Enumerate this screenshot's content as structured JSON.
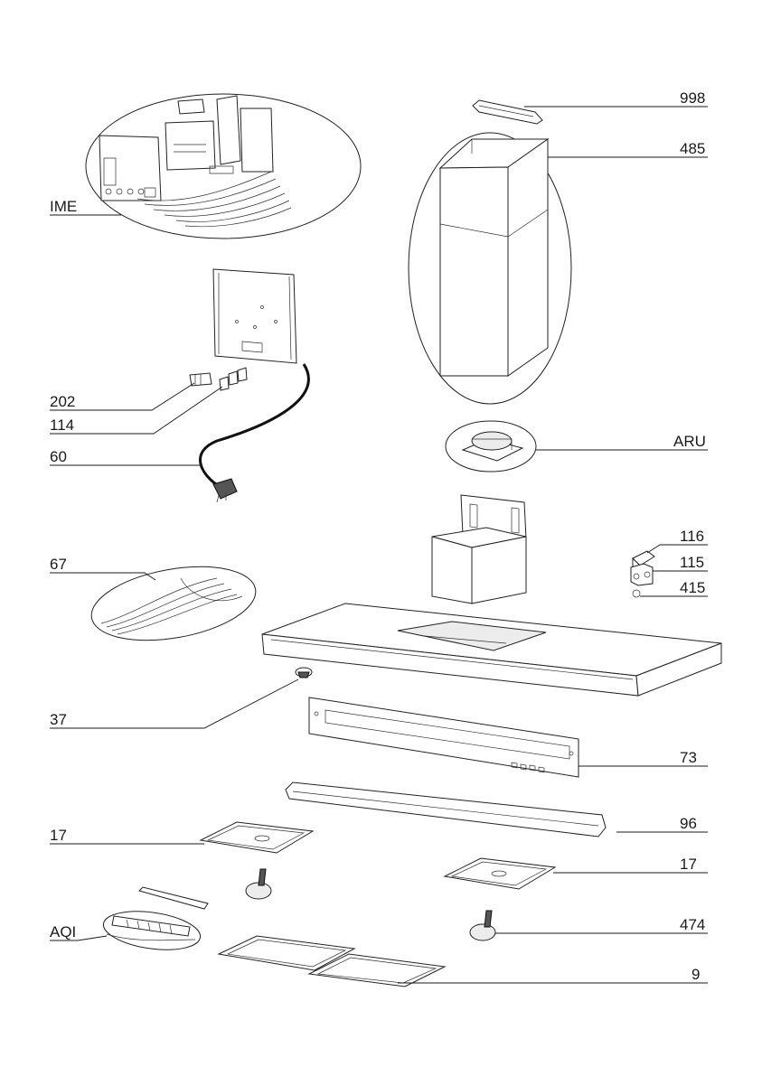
{
  "parts": [
    {
      "id": "ime",
      "label": "IME"
    },
    {
      "id": "998",
      "label": "998"
    },
    {
      "id": "485",
      "label": "485"
    },
    {
      "id": "202",
      "label": "202"
    },
    {
      "id": "114",
      "label": "114"
    },
    {
      "id": "60",
      "label": "60"
    },
    {
      "id": "aru",
      "label": "ARU"
    },
    {
      "id": "116",
      "label": "116"
    },
    {
      "id": "115",
      "label": "115"
    },
    {
      "id": "415",
      "label": "415"
    },
    {
      "id": "67",
      "label": "67"
    },
    {
      "id": "37",
      "label": "37"
    },
    {
      "id": "73",
      "label": "73"
    },
    {
      "id": "96",
      "label": "96"
    },
    {
      "id": "17a",
      "label": "17"
    },
    {
      "id": "17b",
      "label": "17"
    },
    {
      "id": "aqi",
      "label": "AQI"
    },
    {
      "id": "474",
      "label": "474"
    },
    {
      "id": "9",
      "label": "9"
    }
  ]
}
